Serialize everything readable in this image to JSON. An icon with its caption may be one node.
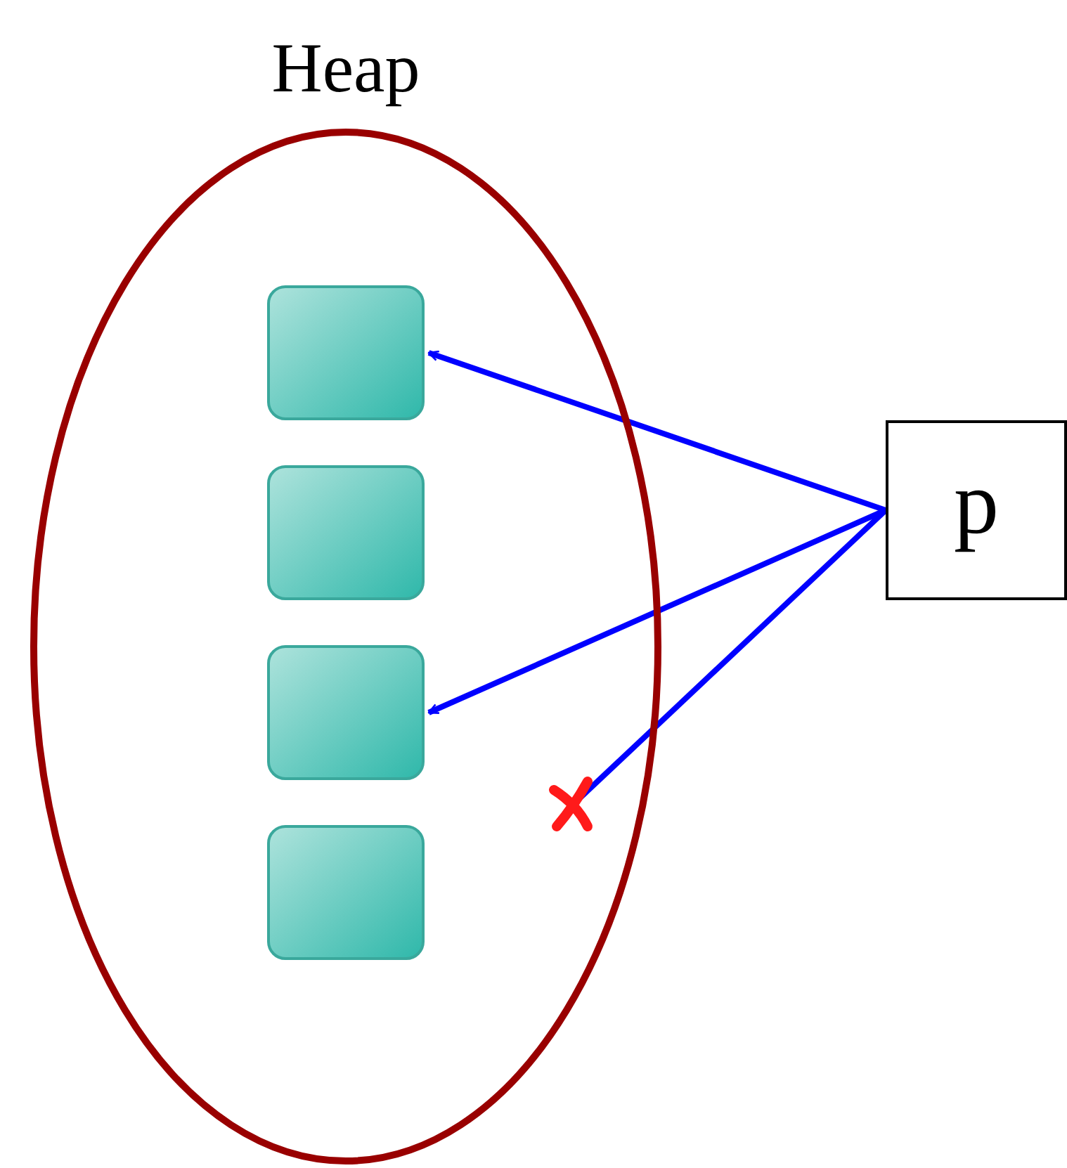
{
  "diagram": {
    "nodes": [
      {
        "text": [
          "Heap"
        ]
      },
      {
        "text": [],
        "shape": "box",
        "in": 0
      },
      {
        "text": [],
        "shape": "box",
        "in": 0
      },
      {
        "text": [],
        "shape": "box",
        "in": 0
      },
      {
        "text": [],
        "shape": "box",
        "in": 0
      },
      {
        "text": [
          "p"
        ]
      }
    ],
    "edges": [
      {
        "from": 5,
        "to": 1,
        "arrow": "to",
        "color": "#0000ff"
      },
      {
        "from": 5,
        "to": 3,
        "arrow": "to",
        "color": "#0000ff"
      },
      {
        "from": 5,
        "to": null,
        "arrow": "none",
        "color": "#0000ff"
      }
    ]
  }
}
